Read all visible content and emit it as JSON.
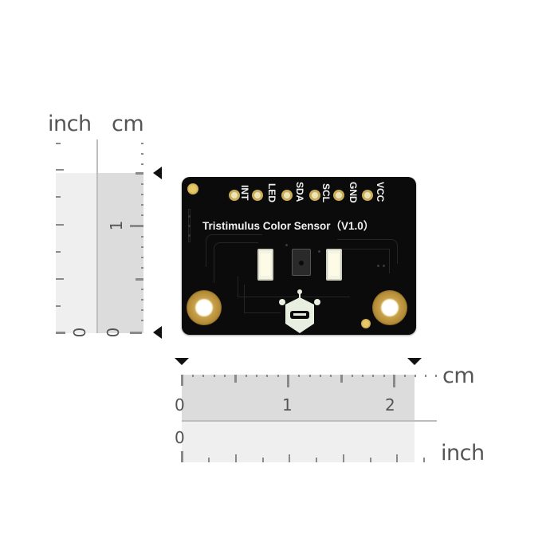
{
  "vertical_ruler": {
    "inch_label": "inch",
    "cm_label": "cm",
    "inch_zero": "0",
    "cm_zero": "0",
    "cm_one": "1"
  },
  "horizontal_ruler": {
    "cm_label": "cm",
    "inch_label": "inch",
    "cm_ticks": [
      "0",
      "1",
      "2"
    ],
    "inch_zero": "0"
  },
  "board": {
    "title": "Tristimulus Color Sensor（V1.0）",
    "pins": [
      "INT",
      "LED",
      "SDA",
      "SCL",
      "GND",
      "VCC"
    ],
    "colors": {
      "pcb": "#0b0b0b",
      "gold": "#c9a24c",
      "silkscreen": "#f0f0f0"
    }
  },
  "colors": {
    "ruler_cm_zone": "#dcdcdc",
    "ruler_inch_zone": "#efefef",
    "ruler_text": "#555555",
    "marker": "#111111"
  }
}
